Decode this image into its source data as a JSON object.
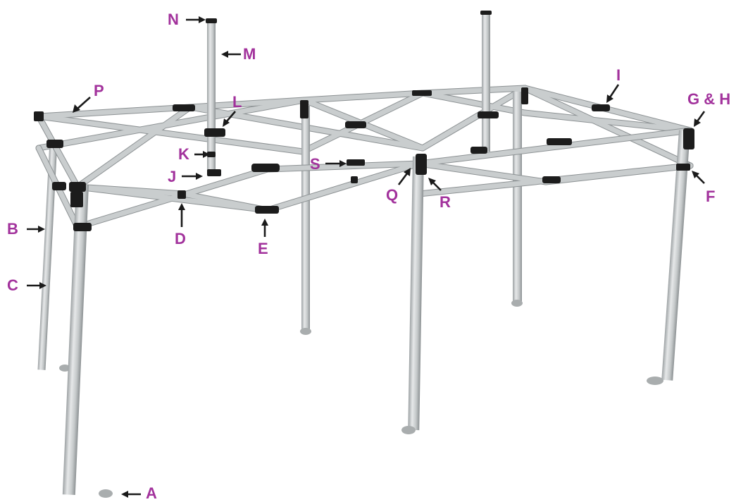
{
  "figure": {
    "labels": [
      "A",
      "B",
      "C",
      "D",
      "E",
      "F",
      "G & H",
      "I",
      "J",
      "K",
      "L",
      "M",
      "N",
      "P",
      "Q",
      "R",
      "S"
    ]
  },
  "colors": {
    "label": "#a2329c",
    "frame": "#c8cccd",
    "connector": "#1c1c1c",
    "arrow": "#1a1a1a",
    "background": "#ffffff"
  }
}
